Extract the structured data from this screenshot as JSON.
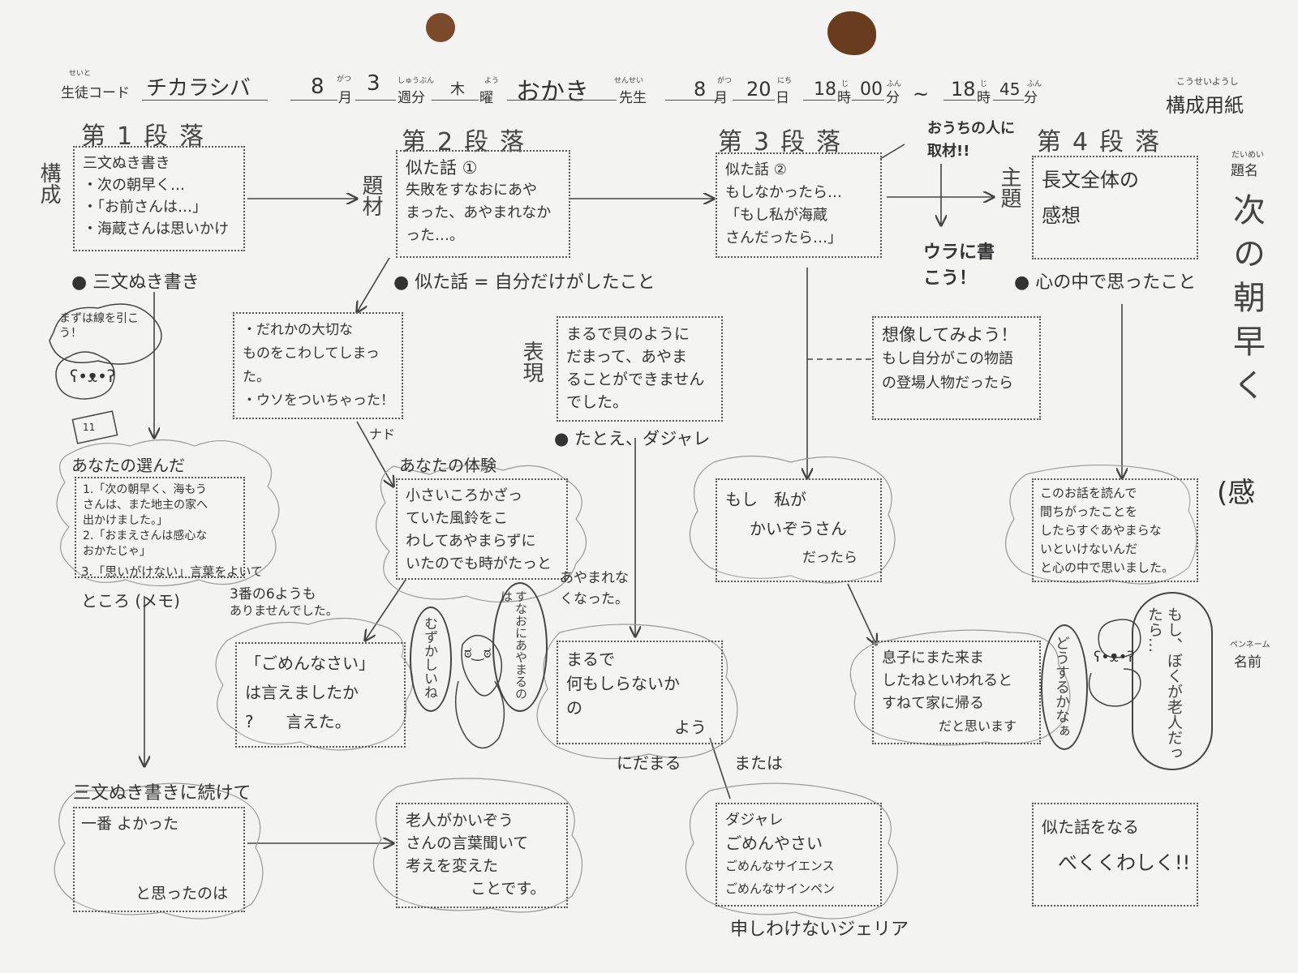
{
  "header": {
    "student_code_label": "生徒コード",
    "student_code_ruby": "せいと",
    "student_code_value": "チカラシバ",
    "month1": "8",
    "month_label": "月",
    "month_ruby": "がつ",
    "week_value": "3",
    "week_label": "週分",
    "week_ruby": "しゅうぶん",
    "day_value": "木",
    "day_label": "曜",
    "day_ruby": "よう",
    "teacher_value": "おかき",
    "teacher_label": "先生",
    "teacher_ruby": "せんせい",
    "month2": "8",
    "date_value": "20",
    "date_label": "日",
    "date_ruby": "にち",
    "start_hour": "18",
    "hour_label": "時",
    "hour_ruby": "じ",
    "start_min": "00",
    "min_label": "分",
    "min_ruby": "ふん",
    "tilde": "~",
    "end_hour": "18",
    "end_min": "45",
    "sheet_title": "構成用紙",
    "sheet_title_ruby": "こうせいようし"
  },
  "sidebar": {
    "title_label": "題名",
    "title_label_ruby": "だいめい",
    "title_value": "次の朝早く",
    "title_extra": "(感",
    "penname_label": "名前",
    "penname_ruby": "ペンネーム"
  },
  "sections": {
    "p1_heading": "第1段落",
    "p2_heading": "第2段落",
    "p3_heading": "第3段落",
    "p4_heading": "第4段落",
    "p1_side": "構成",
    "p2_side": "題材",
    "p3_side": "表現",
    "p4_side": "主題"
  },
  "p1": {
    "box_lines": [
      "三文ぬき書き",
      "・次の朝早く…",
      "・「お前さんは…」",
      "・海蔵さんは思いかけ"
    ],
    "note": "● 三文ぬき書き",
    "bubble": "まずは線を引こう！",
    "calendar": "11",
    "cloud_title": "あなたの選んだ",
    "cloud_lines": [
      "1.「次の朝早く、海もう",
      "さんは、また地主の家へ",
      "出かけました。」",
      "2.「おまえさんは感心な",
      "おかたじゃ」",
      "3.「思いがけない」言葉をよいて"
    ],
    "cloud_note1": "ところ (メモ)",
    "cloud_note2": "3番の6ようも",
    "cloud_note3": "ありませんでした。",
    "bottom_title": "三文ぬき書きに続けて",
    "bottom_box1": "一番 よかった",
    "bottom_box2": "と思ったのは"
  },
  "p2": {
    "box_lines": [
      "似た話 ①",
      "失敗をすなおにあや",
      "まった、あやまれなか",
      "った…。"
    ],
    "note": "● 似た話 = 自分だけがしたこと",
    "example_lines": [
      "・だれかの大切な",
      "ものをこわしてしまっ",
      "た。",
      "・ウソをついちゃった！"
    ],
    "example_tail": "ナド",
    "cloud_title": "あなたの体験",
    "cloud_lines": [
      "小さいころかざっ",
      "ていた風鈴をこ",
      "わしてあやまらずに",
      "いたのでも時がたっと"
    ],
    "cloud_tail": "あやまれなくなった。",
    "apology_lines": [
      "「ごめんなさい」",
      "は言えましたか",
      "?　　言えた。"
    ],
    "bubble1": "むずかしいね",
    "bubble2": "すなおにあやまるのは",
    "final_lines": [
      "老人がかいぞう",
      "さんの言葉聞いて",
      "考えを変えた",
      "ことです。"
    ]
  },
  "p3": {
    "box_lines": [
      "似た話 ②",
      "もしなかったら…",
      "「もし私が海蔵",
      "さんだったら…」"
    ],
    "expr_lines": [
      "まるで貝のように",
      "だまって、あやま",
      "ることができません",
      "でした。"
    ],
    "expr_note": "● たとえ、ダジャレ",
    "simile_lines": [
      "まるで",
      "何もしらないか",
      "の"
    ],
    "simile_tail": "よう",
    "simile_tail2": "にだまる",
    "or_label": "または",
    "pun_lines": [
      "ダジャレ",
      "ごめんやさい",
      "ごめんなサイエンス",
      "ごめんなサインペン"
    ],
    "pun_tail": "申しわけないジェリア",
    "ifme_lines": [
      "もし　私が",
      "かいぞうさん",
      "だったら"
    ],
    "interview": "おうちの人に取材!!",
    "ura": "ウラに書こう！",
    "imagine_lines": [
      "想像してみよう！",
      "もし自分がこの物語",
      "の登場人物だったら"
    ],
    "son_lines": [
      "息子にまた来ま",
      "したねといわれると",
      "すねて家に帰る",
      "だと思います"
    ]
  },
  "p4": {
    "box_lines": [
      "長文全体の",
      "感想"
    ],
    "note": "● 心の中で思ったこと",
    "cloud_lines": [
      "このお話を読んで",
      "間ちがったことを",
      "したらすぐあやまらな",
      "いといけないんだ",
      "と心の中で思いました。"
    ],
    "bubble1": "どうするかなぁ",
    "bubble2": "もし、ぼくが老人だったら…",
    "waku_lines": [
      "似た話をなる",
      "べくくわしく!!"
    ]
  }
}
